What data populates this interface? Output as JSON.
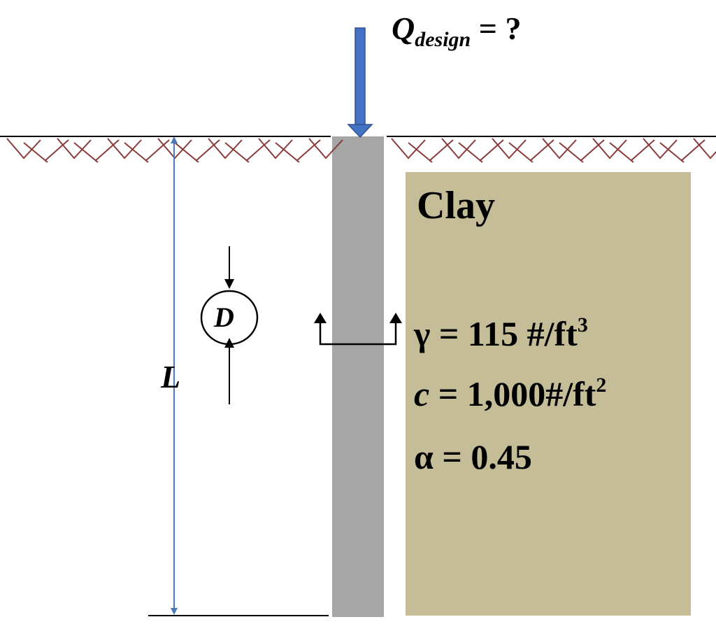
{
  "load": {
    "symbol": "Q",
    "subscript": "design",
    "equals": "= ?"
  },
  "soil": {
    "name": "Clay",
    "gamma": {
      "symbol": "γ",
      "text": " = 115 #/ft",
      "sup": "3"
    },
    "cohesion": {
      "symbol": "c",
      "text": " = 1,000#/ft",
      "sup": "2"
    },
    "alpha": {
      "symbol": "α",
      "text": " = 0.45"
    }
  },
  "dimensions": {
    "length_label": "L",
    "diameter_label": "D"
  },
  "colors": {
    "pile": "#a6a6a6",
    "clay": "#c4bd97",
    "ground_hatch": "#8b3a3a",
    "load_arrow": "#4472c4",
    "length_line": "#4a7ab8"
  }
}
